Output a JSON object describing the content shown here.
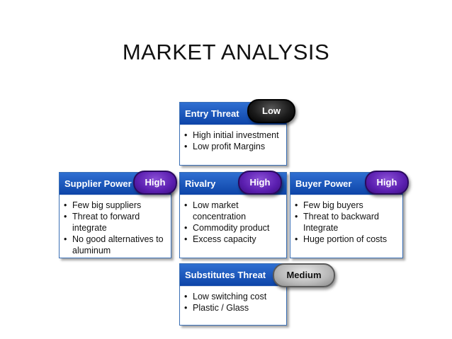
{
  "slide": {
    "title": "MARKET ANALYSIS"
  },
  "boxes": {
    "entry": {
      "title": "Entry Threat",
      "level": "Low",
      "bullets": [
        "High initial investment",
        "Low profit Margins"
      ]
    },
    "supplier": {
      "title": "Supplier Power",
      "level": "High",
      "bullets": [
        "Few big suppliers",
        "Threat to forward integrate",
        "No good alternatives to aluminum"
      ]
    },
    "rivalry": {
      "title": "Rivalry",
      "level": "High",
      "bullets": [
        "Low market concentration",
        "Commodity product",
        "Excess capacity"
      ]
    },
    "buyer": {
      "title": "Buyer Power",
      "level": "High",
      "bullets": [
        "Few big buyers",
        "Threat to backward Integrate",
        "Huge portion of costs"
      ]
    },
    "substitutes": {
      "title": "Substitutes Threat",
      "level": "Medium",
      "bullets": [
        "Low switching cost",
        "Plastic / Glass"
      ]
    }
  },
  "colors": {
    "header_blue": "#1a55c0",
    "border_blue": "#3a6fb5",
    "high_purple": "#5b1fb0",
    "low_black": "#111111",
    "medium_gray": "#b8b8b8"
  }
}
